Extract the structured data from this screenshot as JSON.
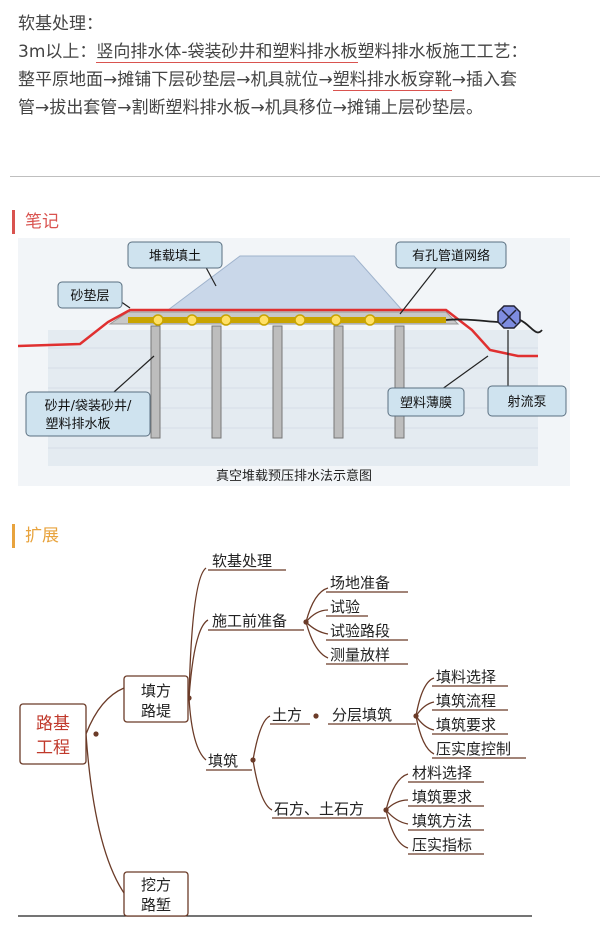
{
  "intro": {
    "line1": "软基处理：",
    "line2_prefix": "3m以上：",
    "line2_ul": "竖向排水体-袋装砂井和塑料排水板",
    "line2_rest": "塑料排水板施工工艺：",
    "line3_a": "整平原地面→摊铺下层砂垫层→机具就位→",
    "line3_ul": "塑料排水板穿靴",
    "line3_b": "→插入套",
    "line4": "管→拔出套管→割断塑料排水板→机具移位→摊铺上层砂垫层。"
  },
  "sections": {
    "note": "笔记",
    "extend": "扩展"
  },
  "diagram": {
    "caption": "真空堆载预压排水法示意图",
    "labels": {
      "fill": "堆载填土",
      "pipe": "有孔管道网络",
      "sand": "砂垫层",
      "drain_l1": "砂井/袋装砂井/",
      "drain_l2": "塑料排水板",
      "film": "塑料薄膜",
      "pump": "射流泵"
    }
  },
  "mindmap": {
    "root_l1": "路基",
    "root_l2": "工程",
    "fill_l1": "填方",
    "fill_l2": "路堤",
    "cut_l1": "挖方",
    "cut_l2": "路堑",
    "soft": "软基处理",
    "pre": "施工前准备",
    "pre_items": [
      "场地准备",
      "试验",
      "试验路段",
      "测量放样"
    ],
    "tianzhu": "填筑",
    "earth": "土方",
    "layer": "分层填筑",
    "layer_items": [
      "填料选择",
      "填筑流程",
      "填筑要求",
      "压实度控制"
    ],
    "stone": "石方、土石方",
    "stone_items": [
      "材料选择",
      "填筑要求",
      "填筑方法",
      "压实指标"
    ]
  }
}
